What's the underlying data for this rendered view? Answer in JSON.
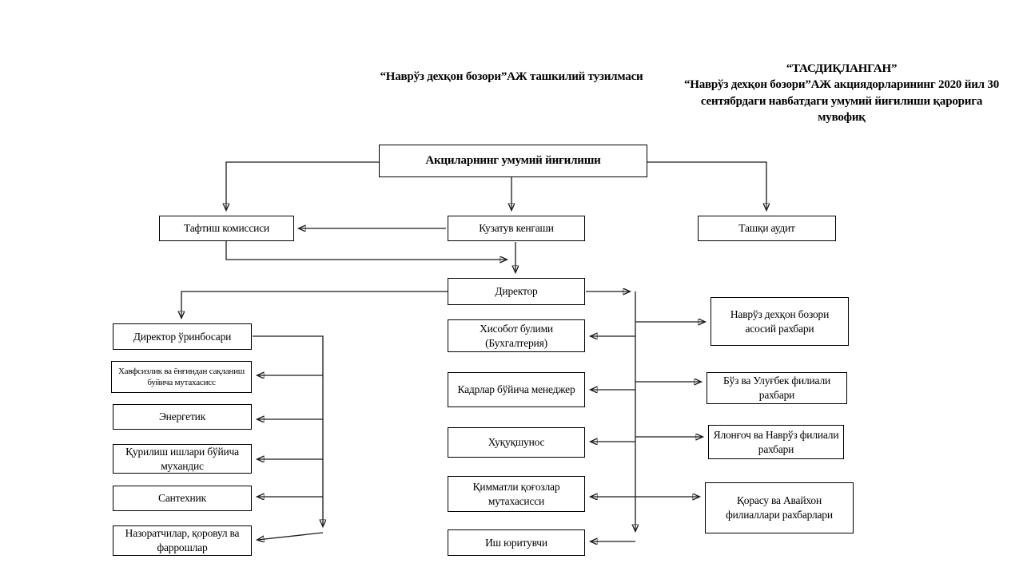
{
  "page": {
    "title_left": "“Наврўз дехқон бозори”АЖ ташкилий тузилмаси",
    "approval_line1": "“ТАСДИҚЛАНГАН”",
    "approval_line2": "“Наврўз дехқон бозори”АЖ акциядорларининг 2020 йил 30 сентябрдаги навбатдаги умумий йиғилиши қарорига мувофиқ"
  },
  "nodes": {
    "general_meeting": "Акциларнинг умумий йиғилиши",
    "taftish": "Тафтиш комиссиси",
    "kuzatuv": "Кузатув кенгаши",
    "tashqi_audit": "Ташқи аудит",
    "direktor": "Директор",
    "deputy": "Директор ўринбосари",
    "safety": "Хавфсизлик ва ёнғиндан сақланиш буйича мутахасисс",
    "energetik": "Энергетик",
    "qurilish": "Қурилиш ишлари бўйича мухандис",
    "santexnik": "Сантехник",
    "nazorat": "Назоратчилар, қоровул ва фаррошлар",
    "hisobot": "Хисобот булими (Бухгалтерия)",
    "kadrlar": "Кадрлар бўйича менеджер",
    "huquq": "Хуқуқшунос",
    "qimmatli": "Қимматли қоғозлар мутахасисси",
    "ish_yurituvchi": "Иш юритувчи",
    "navruz_rahbar": "Наврўз дехқон бозори асосий рахбари",
    "boz_filial": "Бўз ва Улуғбек филиали рахбари",
    "yalangoch_filial": "Ялонғоч ва Наврўз филиали рахбари",
    "qorasu_filial": "Қорасу ва Авайхон филиаллари рахбарлари"
  },
  "colors": {
    "background": "#ffffff",
    "line": "#1a1a1a",
    "box_border": "#000000",
    "text": "#000000"
  }
}
